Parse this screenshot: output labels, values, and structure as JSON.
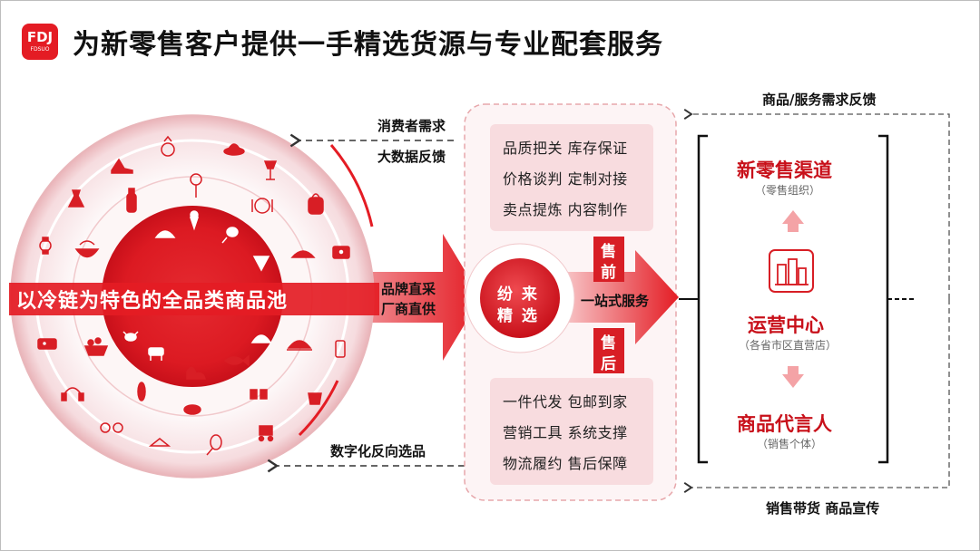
{
  "logo": {
    "text": "FDJ",
    "subtext": "FDSUO"
  },
  "title": "为新零售客户提供一手精选货源与专业配套服务",
  "pool": {
    "label": "以冷链为特色的全品类商品池",
    "feedback_top": [
      "消费者需求",
      "大数据反馈"
    ],
    "feedback_bottom": "数字化反向选品",
    "direct_supply": [
      "品牌直采",
      "厂商直供"
    ]
  },
  "hub": {
    "circle": [
      "纷 来",
      "精 选"
    ],
    "one_stop": "一站式服务",
    "pre_sale": [
      "售",
      "前"
    ],
    "post_sale": [
      "售",
      "后"
    ],
    "pre_items": [
      "品质把关 库存保证",
      "价格谈判 定制对接",
      "卖点提炼 内容制作"
    ],
    "post_items": [
      "一件代发 包邮到家",
      "营销工具 系统支撑",
      "物流履约 售后保障"
    ]
  },
  "right": {
    "top_feedback": "商品/服务需求反馈",
    "bottom_label": "销售带货 商品宣传",
    "channels": [
      {
        "name": "新零售渠道",
        "sub": "（零售组织）"
      },
      {
        "name": "运营中心",
        "sub": "（各省市区直营店）"
      },
      {
        "name": "商品代言人",
        "sub": "（销售个体）"
      }
    ]
  },
  "colors": {
    "brand_red": "#e41c24",
    "deep_red": "#c8101a",
    "pink": "#f9d9db",
    "light_pink": "#fdf1f2"
  },
  "icons": [
    "ring-icon",
    "hat-icon",
    "heel-shoe-icon",
    "lamp-icon",
    "dress-icon",
    "lollipop-icon",
    "baby-bottle-icon",
    "plate-icon",
    "backpack-icon",
    "watch-icon",
    "ice-cream-icon",
    "drumstick-icon",
    "taco-icon",
    "pie-icon",
    "noodles-icon",
    "pizza-icon",
    "camera-icon",
    "projector-icon",
    "crab-icon",
    "shell-icon",
    "food-basket-icon",
    "cow-icon",
    "fish-icon",
    "cloche-icon",
    "phone-icon",
    "headphones-icon",
    "goose-icon",
    "glasses-icon",
    "hanger-icon",
    "corn-icon",
    "toast-icon",
    "sushi-icon",
    "bucket-icon",
    "stroller-icon",
    "racket-icon",
    "building-icon"
  ]
}
